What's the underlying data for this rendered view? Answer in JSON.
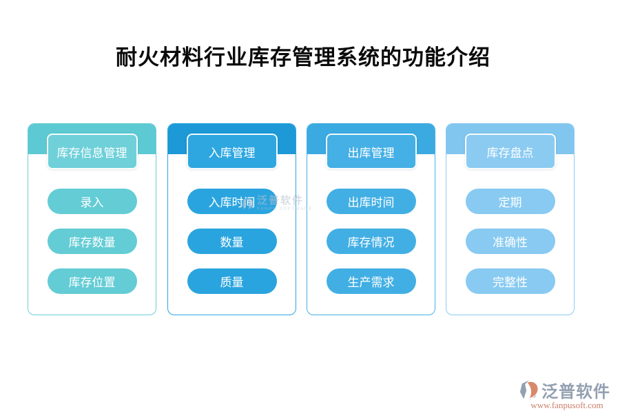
{
  "page": {
    "title": "耐火材料行业库存管理系统的功能介绍",
    "background": "#ffffff"
  },
  "cards": [
    {
      "header": "库存信息管理",
      "items": [
        "录入",
        "库存数量",
        "库存位置"
      ],
      "colors": {
        "band": "#5cc9d3",
        "button": "#6fd0d9",
        "pill": "#63ccd5",
        "border": "#6fced7"
      }
    },
    {
      "header": "入库管理",
      "items": [
        "入库时间",
        "数量",
        "质量"
      ],
      "colors": {
        "band": "#1c99d6",
        "button": "#2ea7e0",
        "pill": "#2aa4de",
        "border": "#2ba5de"
      }
    },
    {
      "header": "出库管理",
      "items": [
        "出库时间",
        "库存情况",
        "生产需求"
      ],
      "colors": {
        "band": "#3aaae1",
        "button": "#45b0e5",
        "pill": "#42afe4",
        "border": "#45b0e5"
      }
    },
    {
      "header": "库存盘点",
      "items": [
        "定期",
        "准确性",
        "完整性"
      ],
      "colors": {
        "band": "#80c6ef",
        "button": "#8bcbf2",
        "pill": "#88caf1",
        "border": "#8bcbf2"
      }
    }
  ],
  "watermark": {
    "name": "泛普软件",
    "subtitle": "FANPU SOFTWARE",
    "color": "#b9c3cf"
  },
  "footer_logo": {
    "name": "泛普软件",
    "url": "www.fanpusoft.com",
    "name_color": "#93a0b1",
    "url_color": "#cb7d6a",
    "icon_gray": "#93a0b1",
    "icon_orange": "#d8896b"
  }
}
